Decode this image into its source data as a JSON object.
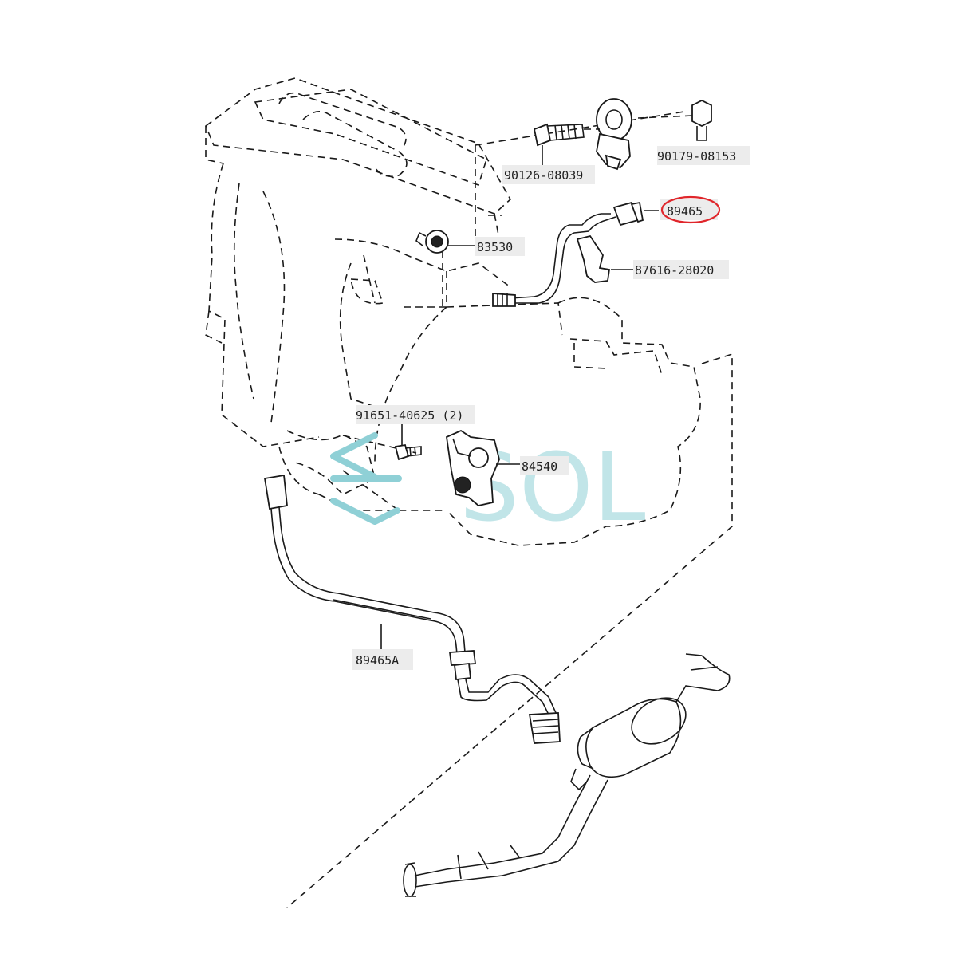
{
  "colors": {
    "highlight": "#e0262b",
    "watermark": "#8fd0d6",
    "watermark_accent": "#6ab8e6",
    "watermark_green": "#a8d98a"
  },
  "watermark": {
    "text": "SOL"
  },
  "labels": {
    "p90179": "90179-08153",
    "p90126": "90126-08039",
    "p89465": "89465",
    "p83530": "83530",
    "p87616": "87616-28020",
    "p91651": "91651-40625 (2)",
    "p84540": "84540",
    "p89465a": "89465A"
  }
}
